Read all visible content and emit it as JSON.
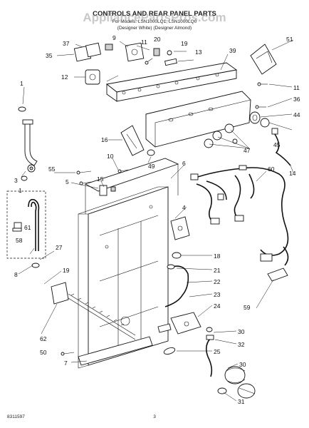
{
  "header": {
    "title": "CONTROLS AND REAR PANEL PARTS",
    "models_line": "For Models: LSN1000LQ1, LSN1000LQ0",
    "colors_line": "(Designer White) (Designer Almond)",
    "watermark": "AppliancePartsPros.com"
  },
  "footer": {
    "doc_number": "8311597",
    "page_number": "3"
  },
  "callouts": [
    "1",
    "3",
    "5",
    "6",
    "7",
    "8",
    "9",
    "10",
    "11",
    "12",
    "13",
    "14",
    "15",
    "16",
    "18",
    "19",
    "20",
    "21",
    "22",
    "23",
    "24",
    "25",
    "27",
    "30",
    "31",
    "32",
    "35",
    "36",
    "37",
    "39",
    "44",
    "45",
    "47",
    "49",
    "50",
    "51",
    "55",
    "58",
    "59",
    "60",
    "61",
    "62",
    "4"
  ]
}
